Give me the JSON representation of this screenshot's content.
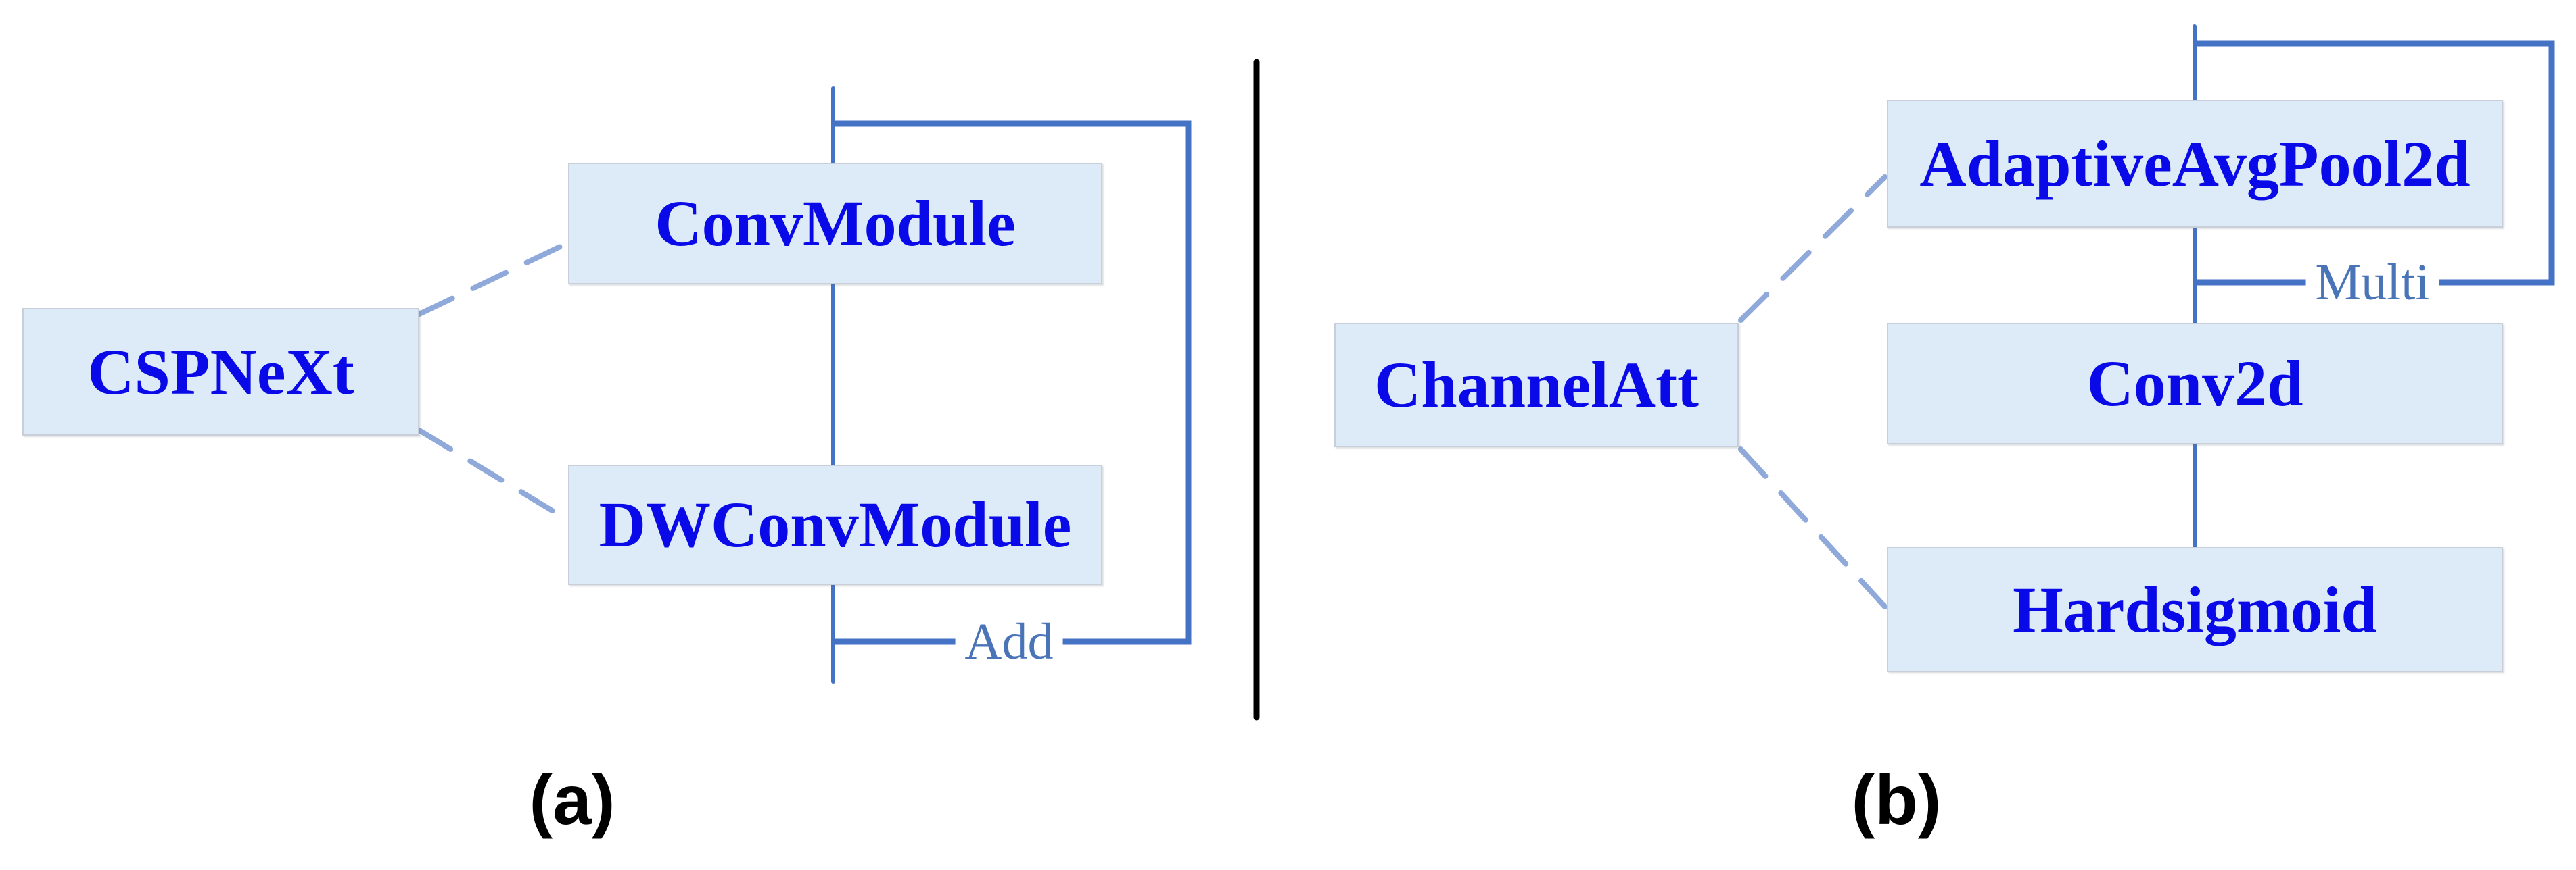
{
  "figure_type": "neural-network-module-diagram",
  "colors": {
    "background": "#ffffff",
    "box_fill": "#dcebf7",
    "box_border": "#c9cfd8",
    "box_text": "#0a0ae8",
    "solid_connector": "#4472c4",
    "dashed_connector": "#8fa9da",
    "op_label_text": "#4a74b8",
    "divider": "#000000",
    "caption_text": "#000000"
  },
  "panels": [
    {
      "caption": "(a)",
      "root_label": "CSPNeXt",
      "nodes": [
        "ConvModule",
        "DWConvModule"
      ],
      "merge_label": "Add"
    },
    {
      "caption": "(b)",
      "root_label": "ChannelAtt",
      "nodes": [
        "AdaptiveAvgPool2d",
        "Conv2d",
        "Hardsigmoid"
      ],
      "merge_label": "Multi"
    }
  ]
}
